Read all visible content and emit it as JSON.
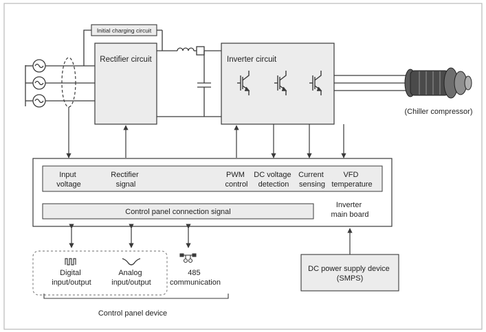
{
  "boxes": {
    "initial_charging": "Initial charging circuit",
    "rectifier": "Rectifier circuit",
    "inverter": "Inverter circuit",
    "control_panel_signal": "Control panel connection signal",
    "dc_power": [
      "DC power supply device",
      "(SMPS)"
    ]
  },
  "signals": {
    "input_voltage": [
      "Input",
      "voltage"
    ],
    "rectifier_signal": [
      "Rectifier",
      "signal"
    ],
    "pwm_control": [
      "PWM",
      "control"
    ],
    "dc_voltage_detection": [
      "DC voltage",
      "detection"
    ],
    "current_sensing": [
      "Current",
      "sensing"
    ],
    "vfd_temperature": [
      "VFD",
      "temperature"
    ]
  },
  "main_board": [
    "Inverter",
    "main board"
  ],
  "compressor_label": "(Chiller compressor)",
  "control_devices": {
    "digital": [
      "Digital",
      "input/output"
    ],
    "analog": [
      "Analog",
      "input/output"
    ],
    "comm": [
      "485",
      "communication"
    ]
  },
  "control_panel_device": "Control panel device",
  "colors": {
    "box_fill": "#ececec",
    "line": "#3a3a3a",
    "frame": "#b9b9b9"
  }
}
